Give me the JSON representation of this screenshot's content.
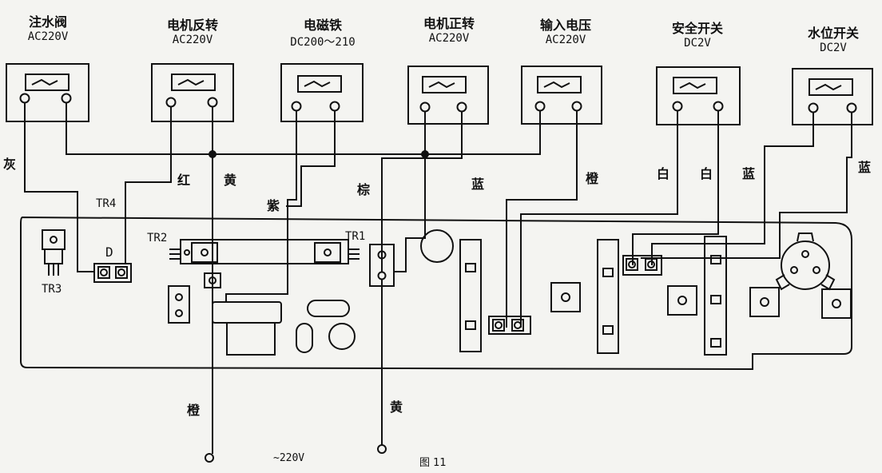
{
  "meters": [
    {
      "name": "注水阀",
      "spec": "AC220V"
    },
    {
      "name": "电机反转",
      "spec": "AC220V"
    },
    {
      "name": "电磁铁",
      "spec": "DC200～210"
    },
    {
      "name": "电机正转",
      "spec": "AC220V"
    },
    {
      "name": "输入电压",
      "spec": "AC220V"
    },
    {
      "name": "安全开关",
      "spec": "DC2V"
    },
    {
      "name": "水位开关",
      "spec": "DC2V"
    }
  ],
  "wire_colors": {
    "gray": "灰",
    "red": "红",
    "yellow_top": "黄",
    "purple": "紫",
    "brown": "棕",
    "blue_1": "蓝",
    "orange_top": "橙",
    "white_1": "白",
    "white_2": "白",
    "blue_2": "蓝",
    "blue_3": "蓝",
    "orange_bottom": "橙",
    "yellow_bottom": "黄"
  },
  "components": {
    "tr1": "TR1",
    "tr2": "TR2",
    "tr3": "TR3",
    "tr4": "TR4",
    "d": "D"
  },
  "power": "~220V",
  "figure_label": "图 11"
}
